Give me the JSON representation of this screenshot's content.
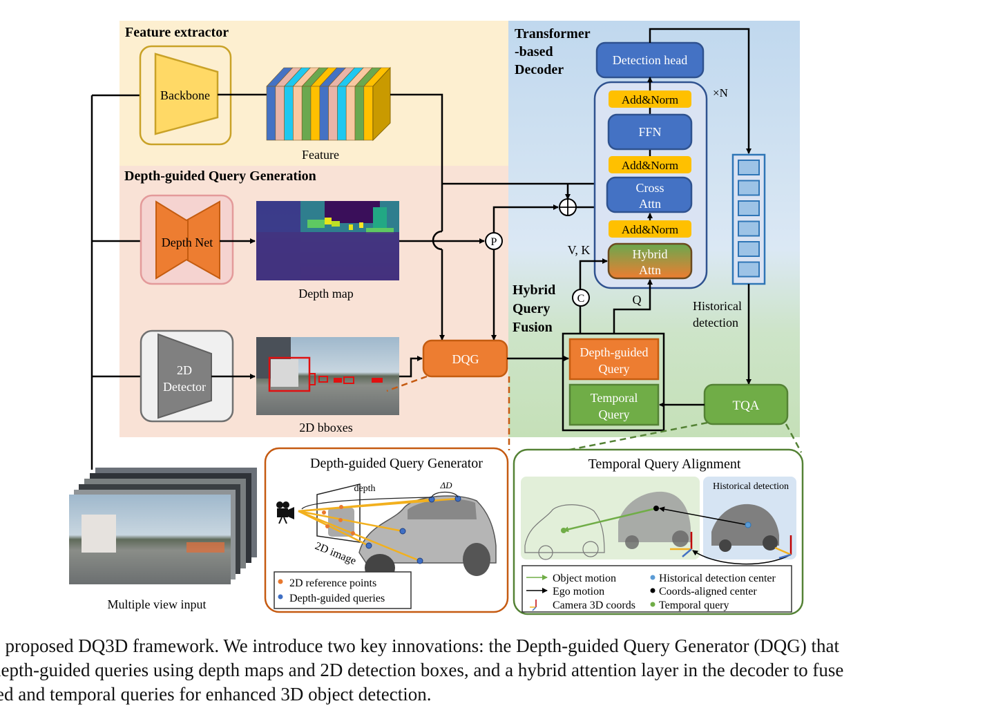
{
  "figure": {
    "sections": {
      "feature_extractor": "Feature extractor",
      "depth_query_generation": "Depth-guided Query Generation",
      "transformer_decoder": [
        "Transformer",
        "-based",
        "Decoder"
      ],
      "hybrid_query_fusion": [
        "Hybrid",
        "Query",
        "Fusion"
      ]
    },
    "modules": {
      "backbone": "Backbone",
      "feature_label": "Feature",
      "depth_net": "Depth Net",
      "depth_map_label": "Depth map",
      "detector_2d": [
        "2D",
        "Detector"
      ],
      "bboxes_label": "2D bboxes",
      "dqg": "DQG",
      "detection_head": "Detection head",
      "add_norm": "Add&Norm",
      "ffn": "FFN",
      "cross_attn": [
        "Cross",
        "Attn"
      ],
      "hybrid_attn": [
        "Hybrid",
        "Attn"
      ],
      "repeat": "×N",
      "depth_guided_query": [
        "Depth-guided",
        "Query"
      ],
      "temporal_query": [
        "Temporal",
        "Query"
      ],
      "tqa": "TQA",
      "historical_detection": [
        "Historical",
        "detection"
      ],
      "multi_view_label": "Multiple view input"
    },
    "operators": {
      "plus": "⊕",
      "projection": "P",
      "concat": "C",
      "vk_label": "V, K",
      "q_label": "Q"
    },
    "dqg_panel": {
      "title": "Depth-guided Query Generator",
      "depth_label": "depth",
      "delta_label": "ΔD",
      "image_label": "2D image",
      "legend": [
        {
          "label": "2D reference points",
          "color": "#e8782e"
        },
        {
          "label": "Depth-guided queries",
          "color": "#3f6fc4"
        }
      ]
    },
    "tqa_panel": {
      "title": "Temporal Query Alignment",
      "historical_box": "Historical detection",
      "legend_left": [
        {
          "label": "Object motion",
          "icon": "green-arrow-icon"
        },
        {
          "label": "Ego motion",
          "icon": "black-arrow-icon"
        },
        {
          "label": "Camera 3D coords",
          "icon": "axes-icon"
        }
      ],
      "legend_right": [
        {
          "label": "Historical detection center",
          "color": "#5b9bd5"
        },
        {
          "label": "Coords-aligned center",
          "color": "#000000"
        },
        {
          "label": "Temporal query",
          "color": "#70ad47"
        }
      ]
    },
    "feature_stripes": [
      "#4472c4",
      "#e8b4a8",
      "#1ec8f0",
      "#f8c8a0",
      "#6aa84f",
      "#ffc000",
      "#4472c4",
      "#e8b4a8",
      "#1ec8f0",
      "#f8c8a0",
      "#6aa84f",
      "#ffc000"
    ]
  },
  "caption": {
    "lines": [
      ". proposed DQ3D framework. We introduce two key innovations: the Depth-guided Query Generator (DQG) that",
      "lepth-guided queries using depth maps and 2D detection boxes, and a hybrid attention layer in the decoder to fuse",
      "ed and temporal queries for enhanced 3D object detection."
    ]
  },
  "colors": {
    "feature_bg": "#fdefd0",
    "dqg_bg": "#f9e2d6",
    "decoder_bg_top": "#c5dcef",
    "decoder_bg_bottom": "#c7e3bd",
    "blue_block": "#4472c4",
    "orange_block": "#ed7d31",
    "green_block": "#70ad47",
    "yellow_norm": "#ffc000"
  }
}
